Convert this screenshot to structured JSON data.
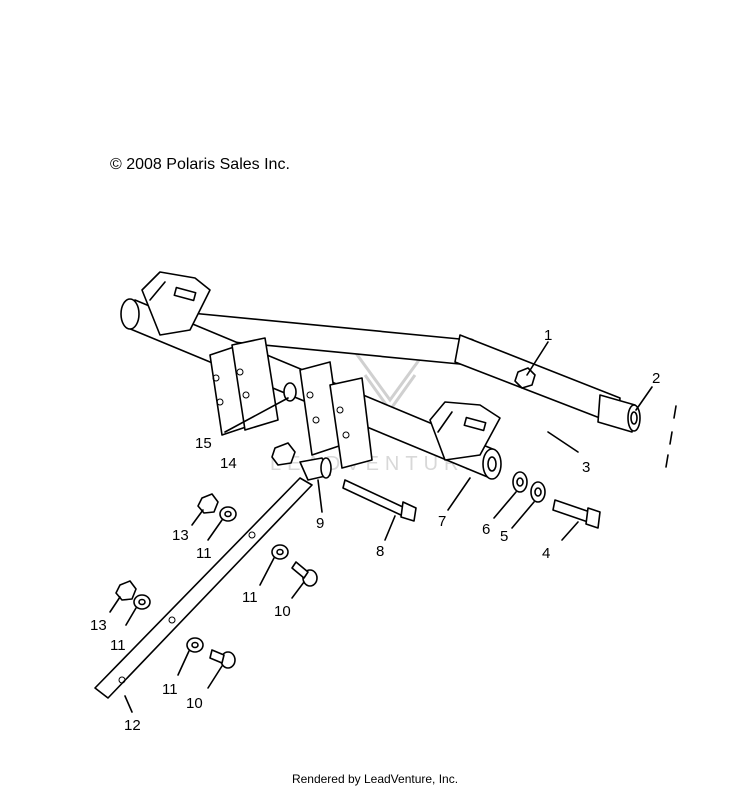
{
  "copyright": "© 2008 Polaris Sales Inc.",
  "footer": "Rendered by LeadVenture, Inc.",
  "watermark": "LEADVENTURE",
  "callouts": [
    "1",
    "2",
    "3",
    "4",
    "5",
    "6",
    "7",
    "8",
    "9",
    "10",
    "10",
    "11",
    "11",
    "11",
    "11",
    "12",
    "13",
    "13",
    "14",
    "15"
  ]
}
